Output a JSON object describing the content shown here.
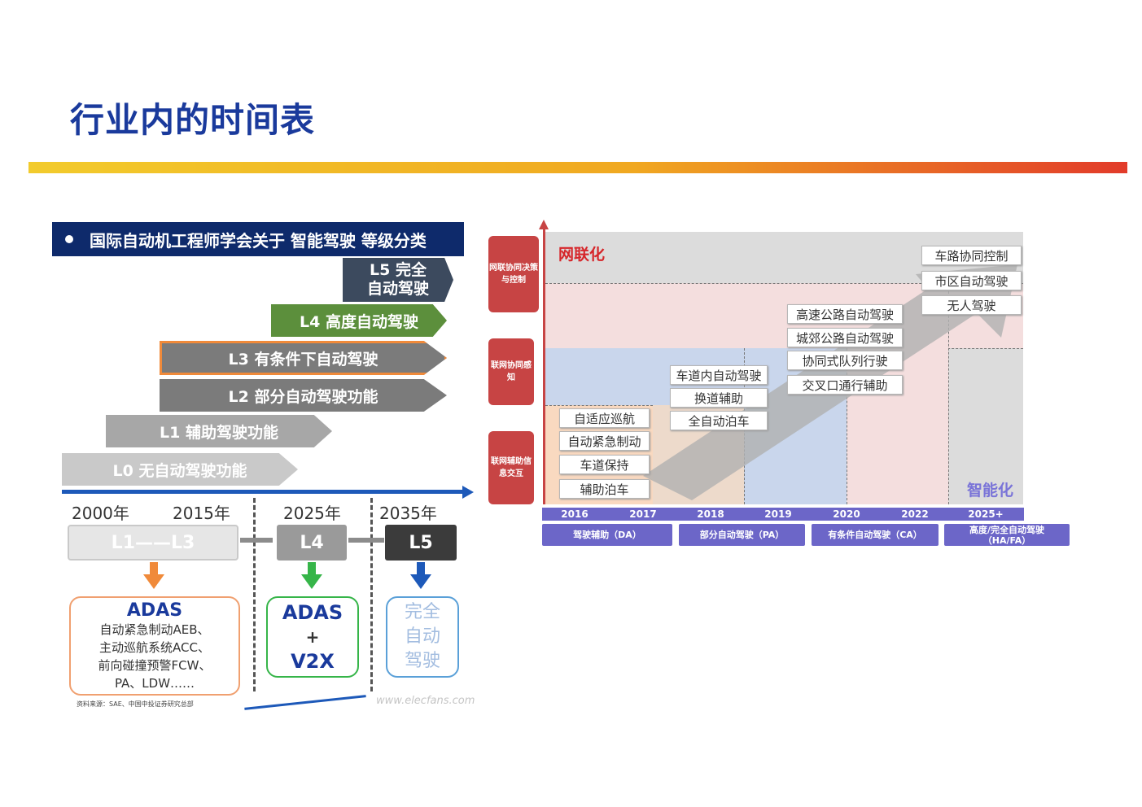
{
  "page": {
    "title": "行业内的时间表",
    "colors": {
      "title": "#1a3a9c",
      "rule_start": "#f2cb2c",
      "rule_end": "#e23b2a"
    }
  },
  "left": {
    "banner": "国际自动机工程师学会关于 智能驾驶 等级分类",
    "levels": [
      {
        "label": "L5 完全\n自动驾驶",
        "color": "#3c4a5e"
      },
      {
        "label": "L4 高度自动驾驶",
        "color": "#5c8f3c"
      },
      {
        "label": "L3 有条件下自动驾驶",
        "color": "#7b7b7b"
      },
      {
        "label": "L2 部分自动驾驶功能",
        "color": "#7b7b7b"
      },
      {
        "label": "L1 辅助驾驶功能",
        "color": "#a7a7a7"
      },
      {
        "label": "L0 无自动驾驶功能",
        "color": "#c9c9c9"
      }
    ],
    "years": [
      "2000年",
      "2015年",
      "2025年",
      "2035年"
    ],
    "stages": [
      "L1——L3",
      "L4",
      "L5"
    ],
    "outcomes": {
      "adas_title": "ADAS",
      "adas_lines": [
        "自动紧急制动AEB、",
        "主动巡航系统ACC、",
        "前向碰撞预警FCW、",
        "PA、LDW……"
      ],
      "v2x": [
        "ADAS",
        "+",
        "V2X"
      ],
      "full": [
        "完全",
        "自动",
        "驾驶"
      ]
    },
    "source": "资料来源：SAE、中国中投证券研究总部",
    "watermark_url": "www.elecfans.com"
  },
  "right": {
    "side_tabs": [
      "网联协同决策与控制",
      "联网协同感知",
      "联网辅助信息交互"
    ],
    "label_net": "网联化",
    "label_smart": "智能化",
    "features": {
      "col1": [
        "自适应巡航",
        "自动紧急制动",
        "车道保持",
        "辅助泊车"
      ],
      "col2": [
        "车道内自动驾驶",
        "换道辅助",
        "全自动泊车"
      ],
      "col3": [
        "高速公路自动驾驶",
        "城郊公路自动驾驶",
        "协同式队列行驶",
        "交叉口通行辅助"
      ],
      "col4": [
        "车路协同控制",
        "市区自动驾驶",
        "无人驾驶"
      ]
    },
    "years": [
      "2016",
      "2017",
      "2018",
      "2019",
      "2020",
      "2022",
      "2025+"
    ],
    "stages": [
      "驾驶辅助（DA）",
      "部分自动驾驶（PA）",
      "有条件自动驾驶（CA）",
      "高度/完全自动驾驶\n（HA/FA）"
    ],
    "colors": {
      "tab_red": "#c74444",
      "stage_purple": "#6c66c8",
      "band_pink": "#f4dede",
      "band_blue": "#c9d6ec",
      "band_orange": "#f9d9c0"
    }
  }
}
